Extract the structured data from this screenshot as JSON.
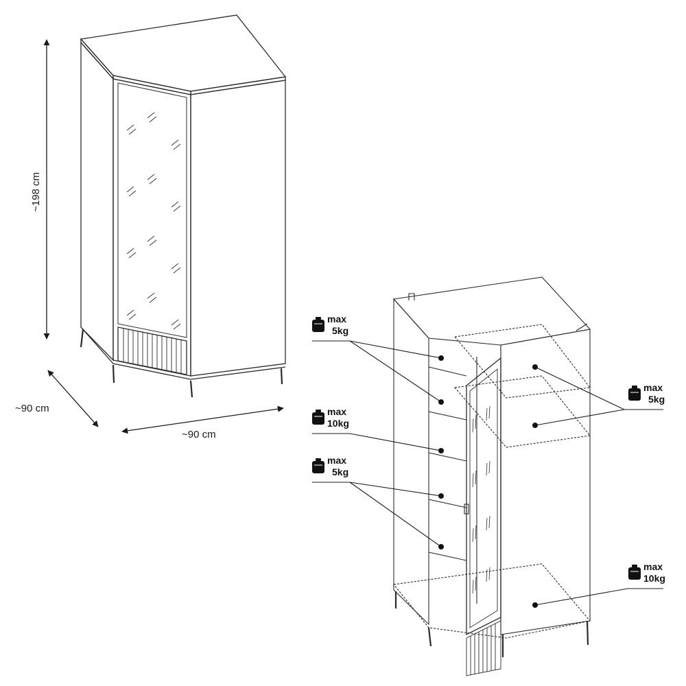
{
  "dimensions": {
    "height": "~198 cm",
    "depth": "~90 cm",
    "width": "~90 cm"
  },
  "load_labels": {
    "left_top": {
      "line1": "max",
      "line2": "5kg"
    },
    "left_middle": {
      "line1": "max",
      "line2": "10kg"
    },
    "left_bottom": {
      "line1": "max",
      "line2": "5kg"
    },
    "right_top": {
      "line1": "max",
      "line2": "5kg"
    },
    "right_bottom": {
      "line1": "max",
      "line2": "10kg"
    }
  },
  "colors": {
    "line": "#2a2a2a",
    "weight_icon": "#111111"
  }
}
